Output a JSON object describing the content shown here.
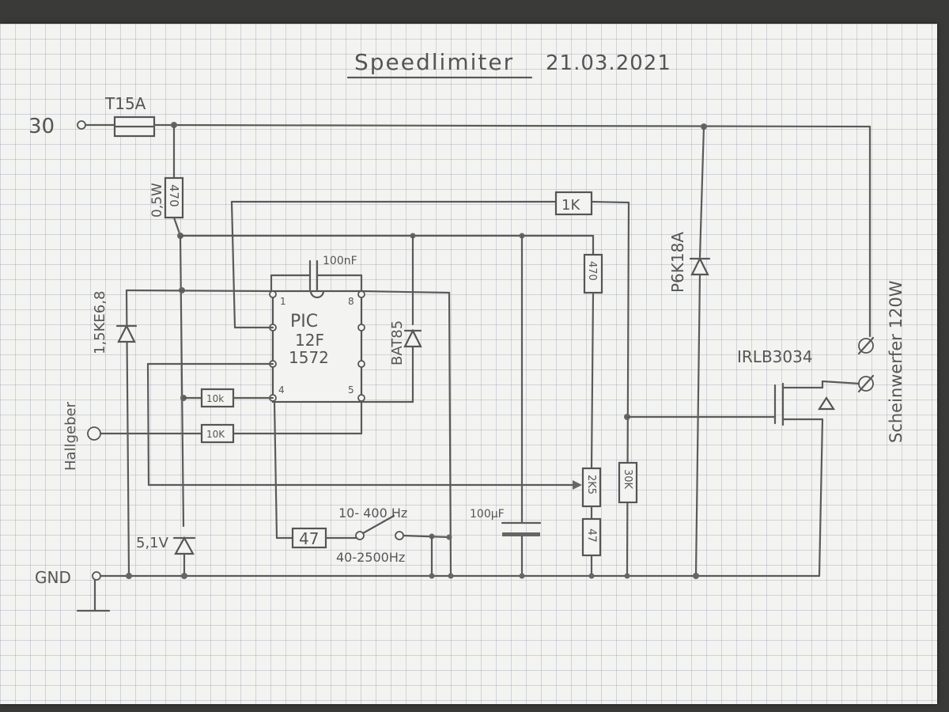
{
  "title": "Speedlimiter",
  "date": "21.03.2021",
  "labels": {
    "supply": "30",
    "ground": "GND",
    "fuse": "T15A",
    "r_470": "470",
    "r_power": "0,5W",
    "tvs_input": "1,5KE6,8",
    "hall": "Hallgeber",
    "r_10k_a": "10k",
    "r_10k_b": "10K",
    "zener": "5,1V",
    "capacitor_small": "100nF",
    "pic_line1": "PIC",
    "pic_line2": "12F",
    "pic_line3": "1572",
    "pin1": "1",
    "pin8": "8",
    "pin4": "4",
    "pin5": "5",
    "diode_bat": "BAT85",
    "r_1k": "1K",
    "r_470_right": "470",
    "capacitor_big": "100µF",
    "pot": "2K5",
    "r_47_right": "47",
    "r_30k": "30K",
    "r_47_switch": "47",
    "switch_top": "10- 400 Hz",
    "switch_bottom": "40-2500Hz",
    "tvs_output": "P6K18A",
    "mosfet": "IRLB3034",
    "lamp": "Scheinwerfer 120W"
  }
}
